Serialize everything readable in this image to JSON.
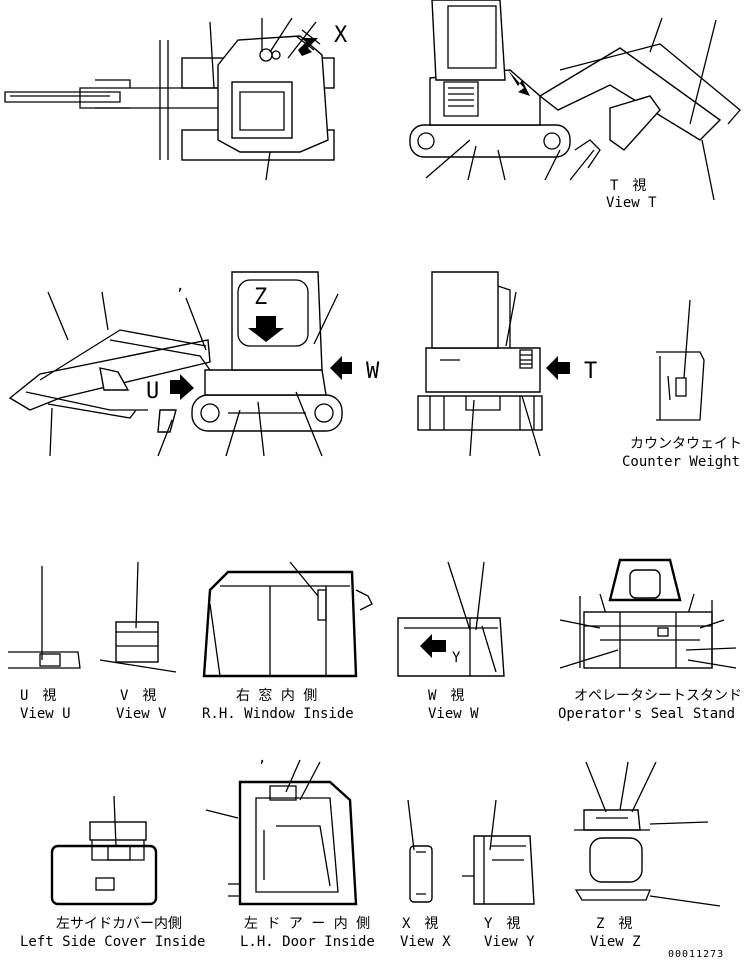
{
  "view_letters": {
    "x": "X",
    "w": "W",
    "u": "U",
    "t": "T",
    "z": "Z",
    "y": "Y"
  },
  "captions": {
    "view_t_jp": "T　視",
    "view_t_en": "View T",
    "counterweight_jp": "カウンタウェイト",
    "counterweight_en": "Counter Weight",
    "view_u_jp": "U　視",
    "view_u_en": "View U",
    "view_v_jp": "V　視",
    "view_v_en": "View V",
    "rh_window_jp": "右 窓 内 側",
    "rh_window_en": "R.H. Window Inside",
    "view_w_jp": "W　視",
    "view_w_en": "View W",
    "seat_stand_jp": "オペレータシートスタンド",
    "seat_stand_en": "Operator's Seal Stand",
    "left_cover_jp": "左サイドカバー内側",
    "left_cover_en": "Left Side Cover Inside",
    "lh_door_jp": "左 ド ア ー 内 側",
    "lh_door_en": "L.H. Door Inside",
    "view_x_jp": "X　視",
    "view_x_en": "View X",
    "view_y_jp": "Y　視",
    "view_y_en": "View Y",
    "view_z_jp": "Z　視",
    "view_z_en": "View Z"
  },
  "document_number": "00011273",
  "colors": {
    "line": "#000000",
    "background": "#ffffff"
  }
}
